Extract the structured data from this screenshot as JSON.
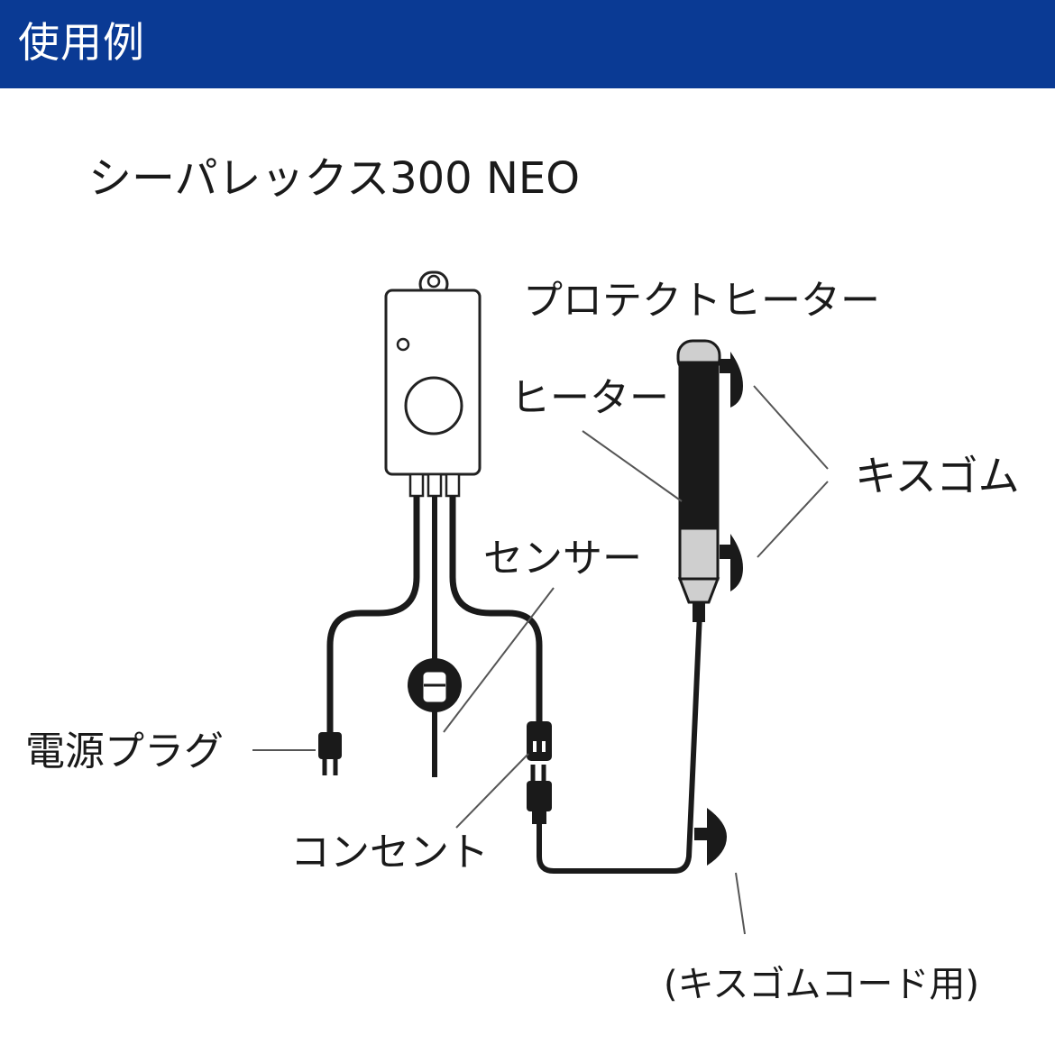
{
  "header": {
    "title": "使用例",
    "bg_color": "#0a3a94"
  },
  "product": {
    "name": "シーパレックス300 NEO"
  },
  "labels": {
    "protect_heater": "プロテクトヒーター",
    "heater": "ヒーター",
    "suction_cup": "キスゴム",
    "sensor": "センサー",
    "power_plug": "電源プラグ",
    "outlet": "コンセント",
    "suction_cup_cord": "(キスゴムコード用)"
  }
}
